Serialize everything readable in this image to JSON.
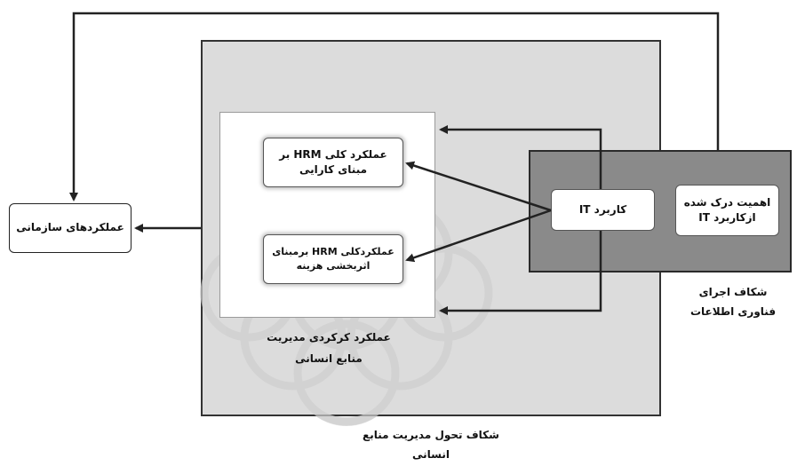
{
  "nodes": {
    "org_performance": "عملکردهای سازمانی",
    "hrm_efficiency": "عملکرد کلی HRM بر مبنای کارایی",
    "hrm_cost": "عملکردکلی HRM برمبنای اثربخشی هزینه",
    "it_usage": "کاربرد IT",
    "it_perceived": "اهمیت درک شده ازکاربرد IT"
  },
  "labels": {
    "functional_hr": "عملکرد کرکردی مدیریت منابع انسانی",
    "it_gap": "شکاف اجرای فناوری اطلاعات",
    "hr_transform_gap": "شکاف تحول مدیریت منابع انسانی"
  },
  "colors": {
    "outer_box": "#dcdcdc",
    "it_box": "#8a8a8a",
    "arrow": "#222222"
  }
}
